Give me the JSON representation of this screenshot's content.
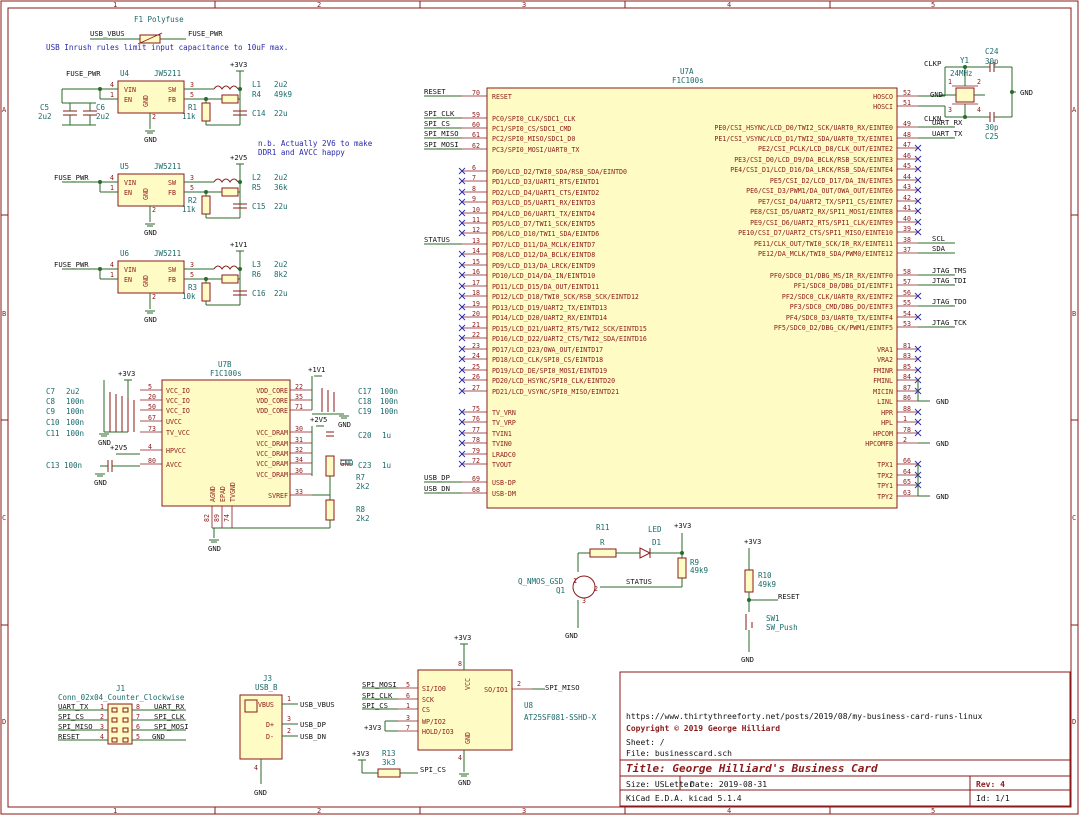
{
  "border": {
    "col_labels": [
      "1",
      "2",
      "3",
      "4",
      "5"
    ],
    "row_labels": [
      "A",
      "B",
      "C",
      "D"
    ]
  },
  "fuse": {
    "ref": "F1 Polyfuse",
    "in_net": "USB_VBUS",
    "out_net": "FUSE_PWR",
    "note": "USB Inrush rules limit input capacitance to 10uF max."
  },
  "regulators": [
    {
      "ref": "U4",
      "part": "JW5211",
      "in_net": "FUSE_PWR",
      "rail": "+3V3",
      "l_ref": "L1",
      "l_val": "2u2",
      "r_ref": "R4",
      "r_val": "49k9",
      "r2_ref": "R1",
      "r2_val": "11k",
      "c_ref": "C14",
      "c_val": "22u",
      "cin": [
        {
          "ref": "C5",
          "val": "2u2"
        },
        {
          "ref": "C6",
          "val": "2u2"
        }
      ]
    },
    {
      "ref": "U5",
      "part": "JW5211",
      "in_net": "FUSE_PWR",
      "rail": "+2V5",
      "l_ref": "L2",
      "l_val": "2u2",
      "r_ref": "R5",
      "r_val": "36k",
      "r2_ref": "R2",
      "r2_val": "11k",
      "c_ref": "C15",
      "c_val": "22u",
      "cin": []
    },
    {
      "ref": "U6",
      "part": "JW5211",
      "in_net": "FUSE_PWR",
      "rail": "+1V1",
      "l_ref": "L3",
      "l_val": "2u2",
      "r_ref": "R6",
      "r_val": "8k2",
      "r2_ref": "R3",
      "r2_val": "10k",
      "c_ref": "C16",
      "c_val": "22u",
      "cin": []
    }
  ],
  "reg_pins": {
    "vin": "VIN",
    "en": "EN",
    "sw": "SW",
    "fb": "FB",
    "gnd": "GND",
    "n1": "1",
    "n2": "2",
    "n3": "3",
    "n4": "4",
    "n5": "5"
  },
  "note_2v5": [
    "n.b. Actually 2V6 to make",
    "DDR1 and AVCC happy"
  ],
  "gnd": "GND",
  "u7b": {
    "ref": "U7B",
    "part": "F1C100s",
    "left_pins": [
      {
        "num": "5",
        "name": "VCC_IO"
      },
      {
        "num": "20",
        "name": "VCC_IO"
      },
      {
        "num": "50",
        "name": "VCC_IO"
      },
      {
        "num": "67",
        "name": "UVCC"
      },
      {
        "num": "73",
        "name": "TV_VCC"
      },
      {
        "num": "4",
        "name": "HPVCC"
      },
      {
        "num": "80",
        "name": "AVCC"
      }
    ],
    "right_pins": [
      {
        "num": "22",
        "name": "VDD_CORE"
      },
      {
        "num": "35",
        "name": "VDD_CORE"
      },
      {
        "num": "71",
        "name": "VDD_CORE"
      },
      {
        "num": "30",
        "name": "VCC_DRAM"
      },
      {
        "num": "31",
        "name": "VCC_DRAM"
      },
      {
        "num": "32",
        "name": "VCC_DRAM"
      },
      {
        "num": "34",
        "name": "VCC_DRAM"
      },
      {
        "num": "36",
        "name": "VCC_DRAM"
      },
      {
        "num": "33",
        "name": "SVREF"
      }
    ],
    "bottom_pins": [
      {
        "num": "82",
        "name": "AGND"
      },
      {
        "num": "89",
        "name": "EPAD"
      },
      {
        "num": "74",
        "name": "TVGND"
      }
    ],
    "caps_left": [
      {
        "ref": "C7",
        "val": "2u2"
      },
      {
        "ref": "C8",
        "val": "100n"
      },
      {
        "ref": "C9",
        "val": "100n"
      },
      {
        "ref": "C10",
        "val": "100n"
      },
      {
        "ref": "C11",
        "val": "100n"
      }
    ],
    "cap_c13": {
      "ref": "C13",
      "val": "100n"
    },
    "caps_right": [
      {
        "ref": "C17",
        "val": "100n"
      },
      {
        "ref": "C18",
        "val": "100n"
      },
      {
        "ref": "C19",
        "val": "100n"
      }
    ],
    "cap_c20": {
      "ref": "C20",
      "val": "1u"
    },
    "cap_c23": {
      "ref": "C23",
      "val": "1u"
    },
    "r7": {
      "ref": "R7",
      "val": "2k2"
    },
    "r8": {
      "ref": "R8",
      "val": "2k2"
    },
    "rails": {
      "v33": "+3V3",
      "v25": "+2V5",
      "v11": "+1V1"
    }
  },
  "u7a": {
    "ref": "U7A",
    "part": "F1C100s",
    "left_pins": [
      {
        "num": "70",
        "name": "RESET",
        "net": "RESET"
      },
      {
        "num": "59",
        "name": "PC0/SPI0_CLK/SDC1_CLK",
        "net": "SPI_CLK"
      },
      {
        "num": "60",
        "name": "PC1/SPI0_CS/SDC1_CMD",
        "net": "SPI_CS"
      },
      {
        "num": "61",
        "name": "PC2/SPI0_MISO/SDC1_D0",
        "net": "SPI_MISO"
      },
      {
        "num": "62",
        "name": "PC3/SPI0_MOSI/UART0_TX",
        "net": "SPI_MOSI"
      },
      {
        "num": "6",
        "name": "PD0/LCD_D2/TWI0_SDA/RSB_SDA/EINTD0",
        "net": ""
      },
      {
        "num": "7",
        "name": "PD1/LCD_D3/UART1_RTS/EINTD1",
        "net": ""
      },
      {
        "num": "8",
        "name": "PD2/LCD_D4/UART1_CTS/EINTD2",
        "net": ""
      },
      {
        "num": "9",
        "name": "PD3/LCD_D5/UART1_RX/EINTD3",
        "net": ""
      },
      {
        "num": "10",
        "name": "PD4/LCD_D6/UART1_TX/EINTD4",
        "net": ""
      },
      {
        "num": "11",
        "name": "PD5/LCD_D7/TWI1_SCK/EINTD5",
        "net": ""
      },
      {
        "num": "12",
        "name": "PD6/LCD_D10/TWI1_SDA/EINTD6",
        "net": ""
      },
      {
        "num": "13",
        "name": "PD7/LCD_D11/DA_MCLK/EINTD7",
        "net": "STATUS"
      },
      {
        "num": "14",
        "name": "PD8/LCD_D12/DA_BCLK/EINTD8",
        "net": ""
      },
      {
        "num": "15",
        "name": "PD9/LCD_D13/DA_LRCK/EINTD9",
        "net": ""
      },
      {
        "num": "16",
        "name": "PD10/LCD_D14/DA_IN/EINTD10",
        "net": ""
      },
      {
        "num": "17",
        "name": "PD11/LCD_D15/DA_OUT/EINTD11",
        "net": ""
      },
      {
        "num": "18",
        "name": "PD12/LCD_D18/TWI0_SCK/RSB_SCK/EINTD12",
        "net": ""
      },
      {
        "num": "19",
        "name": "PD13/LCD_D19/UART2_TX/EINTD13",
        "net": ""
      },
      {
        "num": "20",
        "name": "PD14/LCD_D20/UART2_RX/EINTD14",
        "net": ""
      },
      {
        "num": "21",
        "name": "PD15/LCD_D21/UART2_RTS/TWI2_SCK/EINTD15",
        "net": ""
      },
      {
        "num": "22",
        "name": "PD16/LCD_D22/UART2_CTS/TWI2_SDA/EINTD16",
        "net": ""
      },
      {
        "num": "23",
        "name": "PD17/LCD_D23/OWA_OUT/EINTD17",
        "net": ""
      },
      {
        "num": "24",
        "name": "PD18/LCD_CLK/SPI0_CS/EINTD18",
        "net": ""
      },
      {
        "num": "25",
        "name": "PD19/LCD_DE/SPI0_MOSI/EINTD19",
        "net": ""
      },
      {
        "num": "26",
        "name": "PD20/LCD_HSYNC/SPI0_CLK/EINTD20",
        "net": ""
      },
      {
        "num": "27",
        "name": "PD21/LCD_VSYNC/SPI0_MISO/EINTD21",
        "net": ""
      },
      {
        "num": "75",
        "name": "TV_VRN",
        "net": ""
      },
      {
        "num": "76",
        "name": "TV_VRP",
        "net": ""
      },
      {
        "num": "77",
        "name": "TVIN1",
        "net": ""
      },
      {
        "num": "78",
        "name": "TVIN0",
        "net": ""
      },
      {
        "num": "79",
        "name": "LRADC0",
        "net": ""
      },
      {
        "num": "72",
        "name": "TVOUT",
        "net": ""
      },
      {
        "num": "69",
        "name": "USB-DP",
        "net": "USB_DP"
      },
      {
        "num": "68",
        "name": "USB-DM",
        "net": "USB_DN"
      }
    ],
    "right_pins": [
      {
        "num": "52",
        "name": "HOSCO",
        "net": "CLKP"
      },
      {
        "num": "51",
        "name": "HOSCI",
        "net": "CLKN"
      },
      {
        "num": "49",
        "name": "PE0/CSI_HSYNC/LCD_D0/TWI2_SCK/UART0_RX/EINTE0",
        "net": "UART_RX"
      },
      {
        "num": "48",
        "name": "PE1/CSI_VSYNC/LCD_D1/TWI2_SDA/UART0_TX/EINTE1",
        "net": "UART_TX"
      },
      {
        "num": "47",
        "name": "PE2/CSI_PCLK/LCD_D8/CLK_OUT/EINTE2",
        "net": ""
      },
      {
        "num": "46",
        "name": "PE3/CSI_D0/LCD_D9/DA_BCLK/RSB_SCK/EINTE3",
        "net": ""
      },
      {
        "num": "45",
        "name": "PE4/CSI_D1/LCD_D16/DA_LRCK/RSB_SDA/EINTE4",
        "net": ""
      },
      {
        "num": "44",
        "name": "PE5/CSI_D2/LCD_D17/DA_IN/EINTE5",
        "net": ""
      },
      {
        "num": "43",
        "name": "PE6/CSI_D3/PWM1/DA_OUT/OWA_OUT/EINTE6",
        "net": ""
      },
      {
        "num": "42",
        "name": "PE7/CSI_D4/UART2_TX/SPI1_CS/EINTE7",
        "net": ""
      },
      {
        "num": "41",
        "name": "PE8/CSI_D5/UART2_RX/SPI1_MOSI/EINTE8",
        "net": ""
      },
      {
        "num": "40",
        "name": "PE9/CSI_D6/UART2_RTS/SPI1_CLK/EINTE9",
        "net": ""
      },
      {
        "num": "39",
        "name": "PE10/CSI_D7/UART2_CTS/SPI1_MISO/EINTE10",
        "net": ""
      },
      {
        "num": "38",
        "name": "PE11/CLK_OUT/TWI0_SCK/IR_RX/EINTE11",
        "net": "SCL"
      },
      {
        "num": "37",
        "name": "PE12/DA_MCLK/TWI0_SDA/PWM0/EINTE12",
        "net": "SDA"
      },
      {
        "num": "58",
        "name": "PF0/SDC0_D1/DBG_MS/IR_RX/EINTF0",
        "net": "JTAG_TMS"
      },
      {
        "num": "57",
        "name": "PF1/SDC0_D0/DBG_DI/EINTF1",
        "net": "JTAG_TDI"
      },
      {
        "num": "56",
        "name": "PF2/SDC0_CLK/UART0_RX/EINTF2",
        "net": ""
      },
      {
        "num": "55",
        "name": "PF3/SDC0_CMD/DBG_DO/EINTF3",
        "net": "JTAG_TDO"
      },
      {
        "num": "54",
        "name": "PF4/SDC0_D3/UART0_TX/EINTF4",
        "net": ""
      },
      {
        "num": "53",
        "name": "PF5/SDC0_D2/DBG_CK/PWM1/EINTF5",
        "net": "JTAG_TCK"
      },
      {
        "num": "81",
        "name": "VRA1",
        "net": ""
      },
      {
        "num": "83",
        "name": "VRA2",
        "net": ""
      },
      {
        "num": "85",
        "name": "FMINR",
        "net": ""
      },
      {
        "num": "84",
        "name": "FMINL",
        "net": ""
      },
      {
        "num": "87",
        "name": "MICIN",
        "net": ""
      },
      {
        "num": "86",
        "name": "LINL",
        "net": "GND"
      },
      {
        "num": "88",
        "name": "HPR",
        "net": ""
      },
      {
        "num": "1",
        "name": "HPL",
        "net": ""
      },
      {
        "num": "78",
        "name": "HPCOM",
        "net": ""
      },
      {
        "num": "2",
        "name": "HPCOMFB",
        "net": "GND"
      },
      {
        "num": "66",
        "name": "TPX1",
        "net": ""
      },
      {
        "num": "64",
        "name": "TPX2",
        "net": ""
      },
      {
        "num": "65",
        "name": "TPY1",
        "net": ""
      },
      {
        "num": "63",
        "name": "TPY2",
        "net": "GND"
      }
    ]
  },
  "crystal": {
    "ref": "Y1",
    "val": "24MHz",
    "c24": "C24",
    "c24v": "30p",
    "c25": "C25",
    "c25v": "30p",
    "clkp": "CLKP",
    "clkn": "CLKN",
    "pins": [
      "1",
      "2",
      "3",
      "4"
    ]
  },
  "led": {
    "r_ref": "R11",
    "r_val": "R",
    "d_ref": "D1",
    "d_label": "LED",
    "rail": "+3V3",
    "r9": "R9",
    "r9v": "49k9",
    "q_ref": "Q1",
    "q_part": "Q_NMOS_GSD",
    "net": "STATUS",
    "pins": [
      "1",
      "2",
      "3"
    ]
  },
  "reset": {
    "rail": "+3V3",
    "r_ref": "R10",
    "r_val": "49k9",
    "net": "RESET",
    "sw_ref": "SW1",
    "sw_part": "SW_Push",
    "pins": [
      "1",
      "2"
    ]
  },
  "j1": {
    "ref": "J1",
    "part": "Conn_02x04_Counter_Clockwise",
    "rows": [
      {
        "l": "UART_TX",
        "ln": "1",
        "rn": "8",
        "r": "UART_RX"
      },
      {
        "l": "SPI_CS",
        "ln": "2",
        "rn": "7",
        "r": "SPI_CLK"
      },
      {
        "l": "SPI_MISO",
        "ln": "3",
        "rn": "6",
        "r": "SPI_MOSI"
      },
      {
        "l": "RESET",
        "ln": "4",
        "rn": "5",
        "r": "GND"
      }
    ]
  },
  "j3": {
    "ref": "J3",
    "part": "USB_B",
    "pins": [
      {
        "num": "1",
        "name": "VBUS",
        "net": "USB_VBUS"
      },
      {
        "num": "3",
        "name": "D+",
        "net": "USB_DP"
      },
      {
        "num": "2",
        "name": "D-",
        "net": "USB_DN"
      }
    ],
    "gnd_pin": "4",
    "gnd_label": "GND"
  },
  "u8": {
    "ref": "U8",
    "part": "AT25SF081-SSHD-X",
    "vcc": "VCC",
    "vcc_pin": "8",
    "gnd": "GND",
    "gnd_pin": "4",
    "rail": "+3V3",
    "left": [
      {
        "num": "5",
        "name": "SI/IO0",
        "net": "SPI_MOSI"
      },
      {
        "num": "6",
        "name": "SCK",
        "net": "SPI_CLK"
      },
      {
        "num": "1",
        "name": "CS",
        "net": "SPI_CS"
      },
      {
        "num": "3",
        "name": "WP/IO2",
        "net": "+3V3"
      },
      {
        "num": "7",
        "name": "HOLD/IO3",
        "net": ""
      }
    ],
    "right": [
      {
        "num": "2",
        "name": "SO/IO1",
        "net": "SPI_MISO"
      }
    ],
    "r13": "R13",
    "r13v": "3k3",
    "r13net": "SPI_CS",
    "r13rail": "+3V3"
  },
  "title_block": {
    "url": "https://www.thirtythreeforty.net/posts/2019/08/my-business-card-runs-linux",
    "copyright": "Copyright © 2019 George Hilliard",
    "sheet": "Sheet: /",
    "file": "File: businesscard.sch",
    "title": "Title: George Hilliard's Business Card",
    "size": "Size: USLetter",
    "date": "Date: 2019-08-31",
    "rev": "Rev: 4",
    "tool": "KiCad E.D.A.  kicad 5.1.4",
    "id": "Id: 1/1"
  }
}
